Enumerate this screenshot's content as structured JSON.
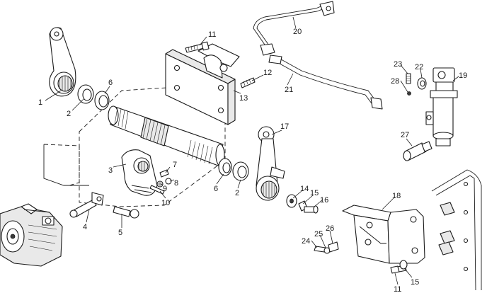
{
  "callouts": [
    {
      "id": "c1",
      "text": "1"
    },
    {
      "id": "c2a",
      "text": "2"
    },
    {
      "id": "c3",
      "text": "3"
    },
    {
      "id": "c4",
      "text": "4"
    },
    {
      "id": "c5",
      "text": "5"
    },
    {
      "id": "c6a",
      "text": "6"
    },
    {
      "id": "c7",
      "text": "7"
    },
    {
      "id": "c8",
      "text": "8"
    },
    {
      "id": "c9",
      "text": "9"
    },
    {
      "id": "c10",
      "text": "10"
    },
    {
      "id": "c11a",
      "text": "11"
    },
    {
      "id": "c12",
      "text": "12"
    },
    {
      "id": "c13",
      "text": "13"
    },
    {
      "id": "c14",
      "text": "14"
    },
    {
      "id": "c15a",
      "text": "15"
    },
    {
      "id": "c16",
      "text": "16"
    },
    {
      "id": "c17",
      "text": "17"
    },
    {
      "id": "c18",
      "text": "18"
    },
    {
      "id": "c19",
      "text": "19"
    },
    {
      "id": "c20",
      "text": "20"
    },
    {
      "id": "c21",
      "text": "21"
    },
    {
      "id": "c22",
      "text": "22"
    },
    {
      "id": "c23",
      "text": "23"
    },
    {
      "id": "c24",
      "text": "24"
    },
    {
      "id": "c25",
      "text": "25"
    },
    {
      "id": "c26",
      "text": "26"
    },
    {
      "id": "c27",
      "text": "27"
    },
    {
      "id": "c28",
      "text": "28"
    },
    {
      "id": "c6b",
      "text": "6"
    },
    {
      "id": "c2b",
      "text": "2"
    },
    {
      "id": "c11b",
      "text": "11"
    },
    {
      "id": "c15b",
      "text": "15"
    }
  ]
}
